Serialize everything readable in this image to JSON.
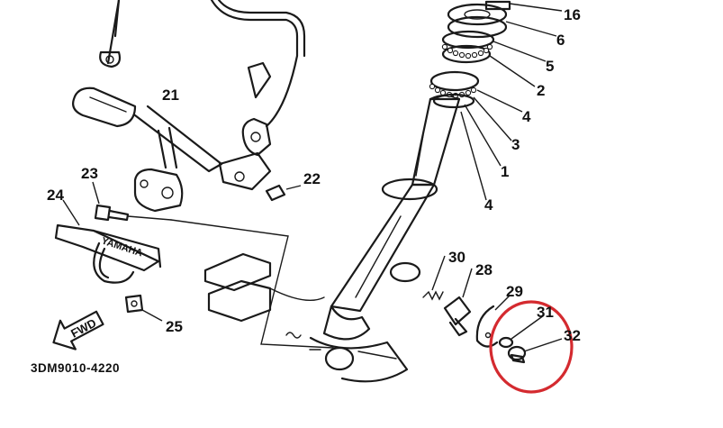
{
  "diagram": {
    "code": "3DM9010-4220",
    "fwd_label": "FWD",
    "brand_text": "YAMAHA",
    "highlight_color": "#d42a2f",
    "line_color": "#1a1a1a",
    "callouts": {
      "c16": "16",
      "c6": "6",
      "c5": "5",
      "c2": "2",
      "c4a": "4",
      "c3": "3",
      "c1": "1",
      "c4b": "4",
      "c21": "21",
      "c22": "22",
      "c23": "23",
      "c24": "24",
      "c25": "25",
      "c30": "30",
      "c28": "28",
      "c29": "29",
      "c31": "31",
      "c32": "32"
    }
  }
}
